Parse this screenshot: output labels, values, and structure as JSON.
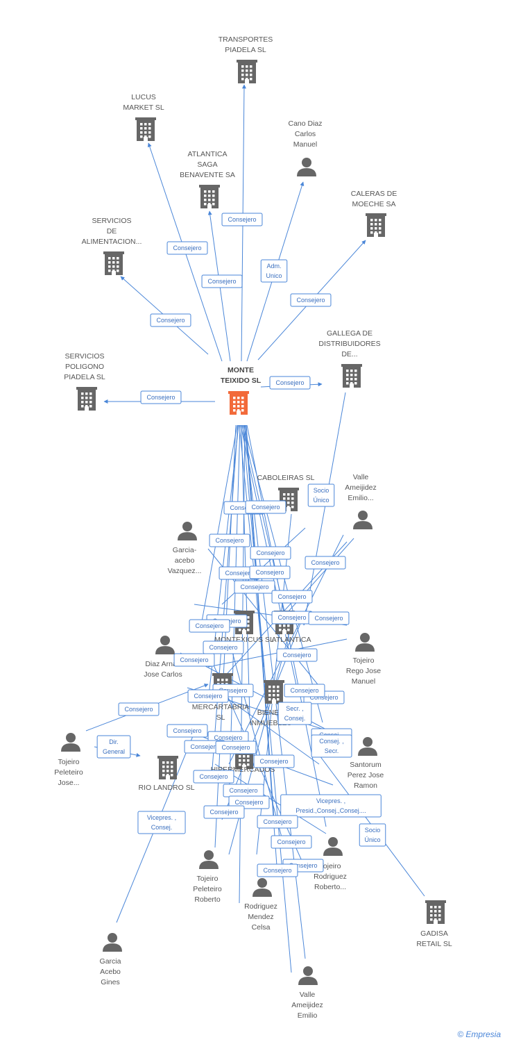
{
  "colors": {
    "edge": "#4a86d8",
    "building": "#666666",
    "focus": "#f26a3a",
    "person": "#666666"
  },
  "focus": {
    "label_lines": [
      "MONTE",
      "TEIXIDO SL"
    ],
    "icon": "building-icon"
  },
  "companies": [
    {
      "id": "transportes",
      "lines": [
        "TRANSPORTES",
        "PIADELA SL"
      ]
    },
    {
      "id": "lucus",
      "lines": [
        "LUCUS",
        "MARKET  SL"
      ]
    },
    {
      "id": "atlantica_saga",
      "lines": [
        "ATLANTICA",
        "SAGA",
        "BENAVENTE SA"
      ]
    },
    {
      "id": "caleras",
      "lines": [
        "CALERAS DE",
        "MOECHE SA"
      ]
    },
    {
      "id": "servicios_alim",
      "lines": [
        "SERVICIOS",
        "DE",
        "ALIMENTACION..."
      ]
    },
    {
      "id": "gallega",
      "lines": [
        "GALLEGA DE",
        "DISTRIBUIDORES",
        "DE..."
      ]
    },
    {
      "id": "servicios_pol",
      "lines": [
        "SERVICIOS",
        "POLIGONO",
        "PIADELA SL"
      ]
    },
    {
      "id": "caboleiras",
      "lines": [
        "CABOLEIRAS SL"
      ]
    },
    {
      "id": "montexicus",
      "lines": [
        "MONTEXICUS SL"
      ]
    },
    {
      "id": "atlantica",
      "lines": [
        "ATLANTICA"
      ]
    },
    {
      "id": "mercartabria",
      "lines": [
        "MERCARTABRIA",
        "SL"
      ]
    },
    {
      "id": "bienes",
      "lines": [
        "BIENES",
        "INMUEBLES"
      ]
    },
    {
      "id": "rio_landro",
      "lines": [
        "RIO LANDRO SL"
      ]
    },
    {
      "id": "hipermercados",
      "lines": [
        "HIPERMERCADOS"
      ]
    },
    {
      "id": "gadisa",
      "lines": [
        "GADISA",
        "RETAIL SL"
      ]
    }
  ],
  "people": [
    {
      "id": "cano",
      "lines": [
        "Cano Diaz",
        "Carlos",
        "Manuel"
      ]
    },
    {
      "id": "valle1",
      "lines": [
        "Valle",
        "Ameijidez",
        "Emilio..."
      ]
    },
    {
      "id": "garcia_acebo_v",
      "lines": [
        "Garcia-",
        "acebo",
        "Vazquez..."
      ]
    },
    {
      "id": "diaz",
      "lines": [
        "Diaz Arnau",
        "Jose Carlos"
      ]
    },
    {
      "id": "tojeiro_rego",
      "lines": [
        "Tojeiro",
        "Rego Jose",
        "Manuel"
      ]
    },
    {
      "id": "tojeiro_pel_jose",
      "lines": [
        "Tojeiro",
        "Peleteiro",
        "Jose..."
      ]
    },
    {
      "id": "santorum",
      "lines": [
        "Santorum",
        "Perez Jose",
        "Ramon"
      ]
    },
    {
      "id": "tojeiro_rod",
      "lines": [
        "Tojeiro",
        "Rodriguez",
        "Roberto..."
      ]
    },
    {
      "id": "tojeiro_pel_rob",
      "lines": [
        "Tojeiro",
        "Peleteiro",
        "Roberto"
      ]
    },
    {
      "id": "rodriguez",
      "lines": [
        "Rodriguez",
        "Mendez",
        "Celsa"
      ]
    },
    {
      "id": "garcia_acebo_g",
      "lines": [
        "Garcia",
        "Acebo",
        "Gines"
      ]
    },
    {
      "id": "valle2",
      "lines": [
        "Valle",
        "Ameijidez",
        "Emilio"
      ]
    }
  ],
  "relations": [
    {
      "lines": [
        "Consejero"
      ]
    },
    {
      "lines": [
        "Consejero"
      ]
    },
    {
      "lines": [
        "Consejero"
      ]
    },
    {
      "lines": [
        "Adm.",
        "Unico"
      ]
    },
    {
      "lines": [
        "Consejero"
      ]
    },
    {
      "lines": [
        "Consejero"
      ]
    },
    {
      "lines": [
        "Consejero"
      ]
    },
    {
      "lines": [
        "Consejero"
      ]
    },
    {
      "lines": [
        "Socio",
        "Único"
      ]
    },
    {
      "lines": [
        "Dir.",
        "General"
      ]
    },
    {
      "lines": [
        "Vicepres. ,",
        "Consej."
      ]
    },
    {
      "lines": [
        "Socio",
        "Único"
      ]
    },
    {
      "lines": [
        "Vicepres. ,",
        "Presid.,Consej.,Consej...."
      ]
    },
    {
      "lines": [
        "Consej. ,",
        "Secr."
      ]
    },
    {
      "lines": [
        "Consejero"
      ]
    },
    {
      "lines": [
        "Consejero"
      ]
    },
    {
      "lines": [
        "Consejero"
      ]
    },
    {
      "lines": [
        "Consejero"
      ]
    },
    {
      "lines": [
        "Consejero"
      ]
    },
    {
      "lines": [
        "Consejero"
      ]
    },
    {
      "lines": [
        "Consejero"
      ]
    },
    {
      "lines": [
        "Consejero"
      ]
    },
    {
      "lines": [
        "Consejero"
      ]
    },
    {
      "lines": [
        "Consejero"
      ]
    },
    {
      "lines": [
        "Consejero"
      ]
    },
    {
      "lines": [
        "Consejero"
      ]
    },
    {
      "lines": [
        "Consejero"
      ]
    },
    {
      "lines": [
        "Consejero"
      ]
    },
    {
      "lines": [
        "Consejero"
      ]
    },
    {
      "lines": [
        "Consejero"
      ]
    },
    {
      "lines": [
        "Consejero"
      ]
    },
    {
      "lines": [
        "Consejero"
      ]
    },
    {
      "lines": [
        "Consejero"
      ]
    },
    {
      "lines": [
        "Consejero"
      ]
    },
    {
      "lines": [
        "Consejero"
      ]
    },
    {
      "lines": [
        "Consejero"
      ]
    },
    {
      "lines": [
        "Consejero"
      ]
    },
    {
      "lines": [
        "Consejero"
      ]
    },
    {
      "lines": [
        "Consejero"
      ]
    },
    {
      "lines": [
        "Consejero"
      ]
    },
    {
      "lines": [
        "Consejero"
      ]
    },
    {
      "lines": [
        "Consejero"
      ]
    },
    {
      "lines": [
        "Consejero"
      ]
    },
    {
      "lines": [
        "Consejero"
      ]
    },
    {
      "lines": [
        "Secr. ,",
        "Consej."
      ]
    },
    {
      "lines": [
        "Consej. ,",
        "Secr."
      ]
    },
    {
      "lines": [
        "Consejero"
      ]
    },
    {
      "lines": [
        "Consejero"
      ]
    },
    {
      "lines": [
        "Consejero"
      ]
    },
    {
      "lines": [
        "Consejero"
      ]
    }
  ],
  "footer": {
    "copyright": "©",
    "brand": "Empresia"
  }
}
